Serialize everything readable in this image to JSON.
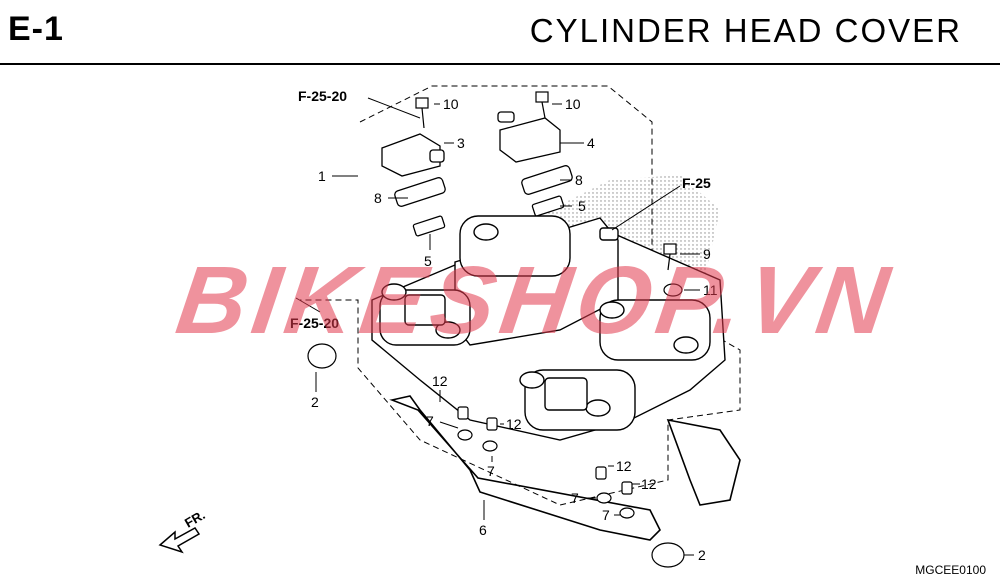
{
  "header": {
    "code": "E-1",
    "title": "CYLINDER  HEAD  COVER"
  },
  "watermark": "BIKESHOP.VN",
  "diagram_code": "MGCEE0100",
  "refs": {
    "r1": "F-25-20",
    "r2": "F-25-20",
    "r3": "F-25"
  },
  "callouts": {
    "c1": "1",
    "c2a": "2",
    "c2b": "2",
    "c3": "3",
    "c4": "4",
    "c5a": "5",
    "c5b": "5",
    "c6": "6",
    "c7a": "7",
    "c7b": "7",
    "c7c": "7",
    "c7d": "7",
    "c8a": "8",
    "c8b": "8",
    "c9": "9",
    "c10a": "10",
    "c10b": "10",
    "c11": "11",
    "c12a": "12",
    "c12b": "12",
    "c12c": "12",
    "c12d": "12"
  },
  "front_marker": "FR."
}
